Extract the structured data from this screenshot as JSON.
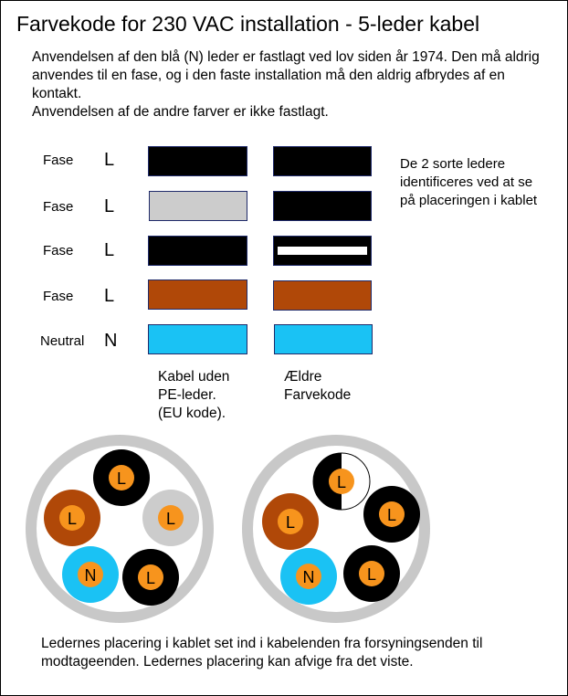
{
  "title": "Farvekode for 230 VAC installation - 5-leder kabel",
  "intro_1": "Anvendelsen af den blå (N) leder er fastlagt ved lov siden år 1974. Den må aldrig anvendes til en fase, og i den faste installation må den aldrig afbrydes af en kontakt.",
  "intro_2": "Anvendelsen af de andre farver er ikke fastlagt.",
  "rows": [
    {
      "name": "Fase",
      "code": "L",
      "eu_color": "#000000",
      "old": "black"
    },
    {
      "name": "Fase",
      "code": "L",
      "eu_color": "#cccccc",
      "old": "black"
    },
    {
      "name": "Fase",
      "code": "L",
      "eu_color": "#000000",
      "old": "black-white-stripe"
    },
    {
      "name": "Fase",
      "code": "L",
      "eu_color": "#b04808",
      "old": "brown"
    },
    {
      "name": "Neutral",
      "code": "N",
      "eu_color": "#1ac2f4",
      "old": "blue"
    }
  ],
  "captions": {
    "eu_line1": "Kabel uden",
    "eu_line2": "PE-leder.",
    "eu_line3": "(EU kode).",
    "old_line1": "Ældre",
    "old_line2": "Farvekode"
  },
  "side_note": "De 2 sorte ledere identificeres ved at se på placeringen i kablet",
  "footer": "Ledernes placering i kablet set ind i kabelenden fra forsyningsenden til modtageenden. Ledernes placering kan afvige fra det viste.",
  "cable_eu": {
    "conductors": [
      {
        "label": "L",
        "color": "#000000"
      },
      {
        "label": "L",
        "color": "#b04808"
      },
      {
        "label": "L",
        "color": "#cccccc"
      },
      {
        "label": "N",
        "color": "#1ac2f4"
      },
      {
        "label": "L",
        "color": "#000000"
      }
    ]
  },
  "cable_old": {
    "conductors": [
      {
        "label": "L",
        "color": "black-white-split"
      },
      {
        "label": "L",
        "color": "#b04808"
      },
      {
        "label": "L",
        "color": "#000000"
      },
      {
        "label": "N",
        "color": "#1ac2f4"
      },
      {
        "label": "L",
        "color": "#000000"
      }
    ]
  },
  "colors": {
    "sheath": "#c8c8c8",
    "core": "#f7941d",
    "swatch_border": "#1f2a6a"
  }
}
